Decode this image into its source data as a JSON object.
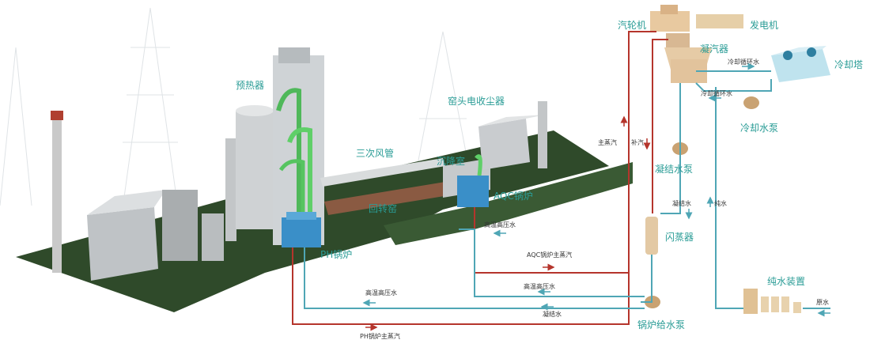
{
  "labels": {
    "steam_turbine": "汽轮机",
    "generator": "发电机",
    "condenser": "凝汽器",
    "cooling_tower": "冷却塔",
    "cooling_water_pump": "冷却水泵",
    "condensate_pump": "凝结水泵",
    "flash_tank": "闪蒸器",
    "pure_water_unit": "纯水装置",
    "boiler_feed_pump": "锅炉给水泵",
    "preheater": "预热器",
    "tertiary_air_duct": "三次风管",
    "settling_chamber": "沉降室",
    "kiln_head_esp": "窑头电收尘器",
    "aqc_boiler": "AQC锅炉",
    "rotary_kiln": "回转窑",
    "ph_boiler": "PH锅炉"
  },
  "flows": {
    "cooling_circ_water_1": "冷却循环水",
    "cooling_circ_water_2": "冷却循环水",
    "main_steam": "主蒸汽",
    "make_up_steam": "补汽",
    "condensate_1": "凝结水",
    "pure_water": "纯水",
    "hp_water_aqc": "高温高压水",
    "aqc_main_steam": "AQC锅炉主蒸汽",
    "hp_water_main": "高温高压水",
    "condensate_2": "凝结水",
    "raw_water": "原水",
    "ph_main_steam": "PH锅炉主蒸汽"
  },
  "colors": {
    "label": "#2a9c96",
    "steam_pipe": "#b5352c",
    "water_pipe": "#4fa6b5",
    "ground": "#2f4a2a"
  }
}
